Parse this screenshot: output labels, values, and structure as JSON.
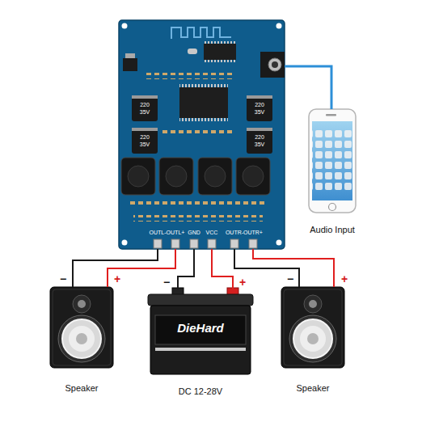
{
  "diagram": {
    "nodes": [
      {
        "text": [
          "OUTL-",
          "OUTL+",
          "GND",
          "VCC",
          "OUTR-",
          "OUTR+"
        ]
      },
      {
        "text": [
          "Audio Input"
        ]
      },
      {
        "text": [
          "Speaker"
        ]
      },
      {
        "text": [
          "DieHard",
          "DC 12-28V"
        ]
      },
      {
        "text": [
          "Speaker"
        ]
      }
    ],
    "edges": [
      {
        "from": 0,
        "to": 2,
        "arrow": "none"
      },
      {
        "from": 0,
        "to": 2,
        "arrow": "none"
      },
      {
        "from": 0,
        "to": 3,
        "arrow": "none"
      },
      {
        "from": 0,
        "to": 3,
        "arrow": "none"
      },
      {
        "from": 0,
        "to": 4,
        "arrow": "none"
      },
      {
        "from": 0,
        "to": 4,
        "arrow": "none"
      },
      {
        "from": 0,
        "to": 1,
        "arrow": "none"
      }
    ],
    "labels": [
      "220",
      "35V",
      "220",
      "35V",
      "220",
      "35V",
      "220",
      "35V",
      "−",
      "+",
      "−",
      "+",
      "−",
      "+"
    ]
  }
}
